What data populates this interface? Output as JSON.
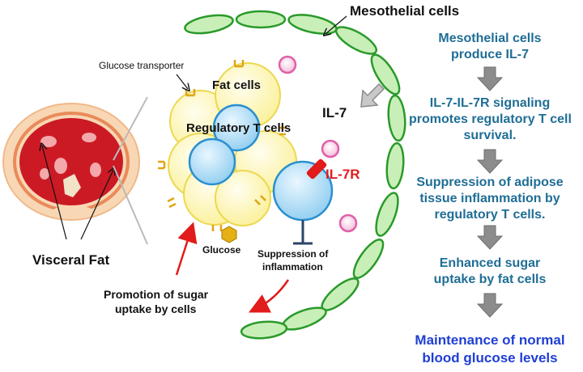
{
  "labels": {
    "mesothelial_cells": "Mesothelial cells",
    "glucose_transporter": "Glucose transporter",
    "fat_cells": "Fat cells",
    "regulatory_t_cells": "Regulatory T cells",
    "il7": "IL-7",
    "il7r": "IL-7R",
    "glucose": "Glucose",
    "visceral_fat": "Visceral Fat",
    "suppression_line1": "Suppression of",
    "suppression_line2": "inflammation",
    "promotion_line1": "Promotion of sugar",
    "promotion_line2": "uptake by cells"
  },
  "flow_steps": [
    {
      "lines": [
        "Mesothelial cells",
        "produce IL-7"
      ]
    },
    {
      "lines": [
        "IL-7-IL-7R signaling",
        "promotes regulatory T cell",
        "survival."
      ]
    },
    {
      "lines": [
        "Suppression of adipose",
        "tissue inflammation by",
        "regulatory T cells."
      ]
    },
    {
      "lines": [
        "Enhanced sugar",
        "uptake by fat cells"
      ]
    },
    {
      "lines": [
        "Maintenance of normal",
        "blood glucose levels"
      ]
    }
  ],
  "colors": {
    "flow_text": "#1f6e95",
    "final_text": "#1f3fd6",
    "mesothelial_fill": "#c9efb9",
    "mesothelial_stroke": "#2a9a2a",
    "fat_cell_fill": "#fff7b8",
    "fat_cell_stroke": "#e8d54a",
    "treg_fill": "#bfe3f7",
    "treg_stroke": "#2a8fd0",
    "il7_fill": "#f9cde3",
    "il7_stroke": "#e060a8",
    "receptor": "#e21b1b",
    "red_arrow": "#e21b1b",
    "gray_arrow": "#9a9a9a",
    "glucose": "#e7b214"
  }
}
